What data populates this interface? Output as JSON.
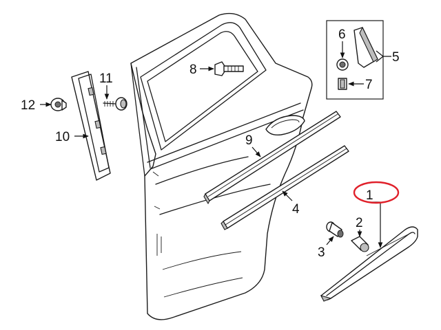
{
  "callouts": {
    "c1": "1",
    "c2": "2",
    "c3": "3",
    "c4": "4",
    "c5": "5",
    "c6": "6",
    "c7": "7",
    "c8": "8",
    "c9": "9",
    "c10": "10",
    "c11": "11",
    "c12": "12"
  },
  "highlight_color": "#e0202a"
}
